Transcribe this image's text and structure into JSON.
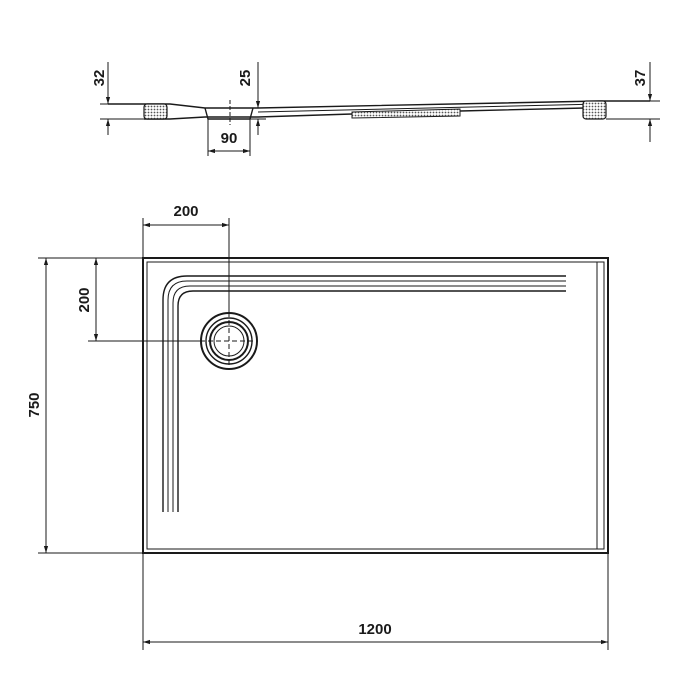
{
  "side_view": {
    "left_height": "32",
    "drain_height": "25",
    "drain_width": "90",
    "right_height": "37"
  },
  "plan_view": {
    "drain_offset_x": "200",
    "drain_offset_y": "200",
    "width": "1200",
    "depth": "750"
  },
  "colors": {
    "line": "#1a1a1a",
    "hatch": "#555555",
    "background": "#ffffff"
  }
}
